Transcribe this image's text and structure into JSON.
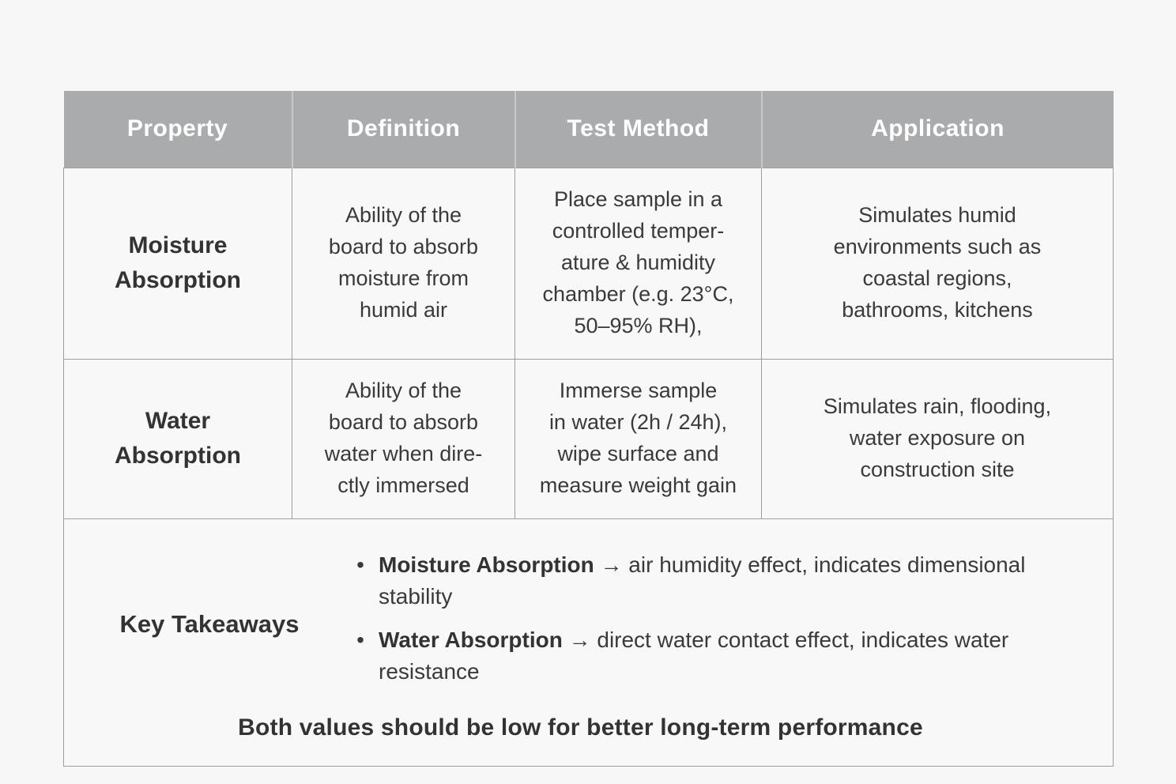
{
  "page": {
    "background_color": "#f7f7f7",
    "text_color": "#3a3a3a"
  },
  "table": {
    "header": {
      "bg_color": "#a9abad",
      "text_color": "#ffffff",
      "columns": [
        "Property",
        "Definition",
        "Test Method",
        "Application"
      ]
    },
    "rows": [
      {
        "property": "Moisture\nAbsorption",
        "definition": "Ability of the\nboard to absorb\nmoisture from\nhumid air",
        "test_method": "Place sample in a\ncontrolled temper-\nature & humidity\nchamber (e.g. 23°C,\n50–95% RH),",
        "application": "Simulates humid\nenvironments such as\ncoastal regions,\nbathrooms, kitchens"
      },
      {
        "property": "Water\nAbsorption",
        "definition": "Ability of the\nboard to absorb\nwater when dire-\nctly immersed",
        "test_method": "Immerse sample\nin water (2h / 24h),\nwipe surface and\nmeasure weight gain",
        "application": "Simulates rain, flooding,\nwater exposure on\nconstruction site"
      }
    ],
    "footer": {
      "label": "Key Takeaways",
      "bullet_char": "•",
      "bullets": [
        {
          "term": "Moisture Absorption",
          "rest": " → air humidity effect, indicates dimensional stability"
        },
        {
          "term": "Water Absorption",
          "rest": " → direct water contact effect, indicates water resistance"
        }
      ],
      "conclusion": "Both values should be low for better long-term performance"
    }
  }
}
